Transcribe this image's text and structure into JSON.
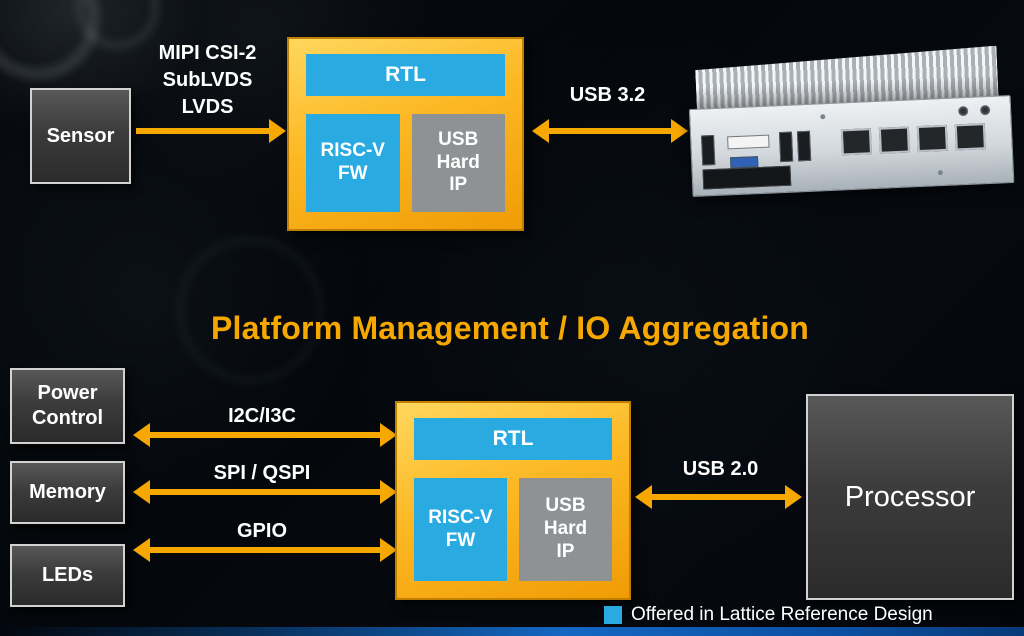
{
  "colors": {
    "accent_orange": "#F7A800",
    "block_cyan": "#29ABE2",
    "block_gray": "#8F9295",
    "title_orange": "#F7A800"
  },
  "top_diagram": {
    "sensor_label": "Sensor",
    "bus_lines": [
      "MIPI CSI-2",
      "SubLVDS",
      "LVDS"
    ],
    "fpga": {
      "rtl_label": "RTL",
      "riscv_label": "RISC-V\nFW",
      "usb_ip_label": "USB\nHard\nIP"
    },
    "usb_label": "USB 3.2"
  },
  "bottom_diagram": {
    "title": "Platform Management / IO Aggregation",
    "peripheral_blocks": [
      "Power\nControl",
      "Memory",
      "LEDs"
    ],
    "bus_labels": [
      "I2C/I3C",
      "SPI / QSPI",
      "GPIO"
    ],
    "fpga": {
      "rtl_label": "RTL",
      "riscv_label": "RISC-V\nFW",
      "usb_ip_label": "USB\nHard\nIP"
    },
    "usb_label": "USB 2.0",
    "processor_label": "Processor",
    "legend_text": "Offered in Lattice Reference Design"
  }
}
